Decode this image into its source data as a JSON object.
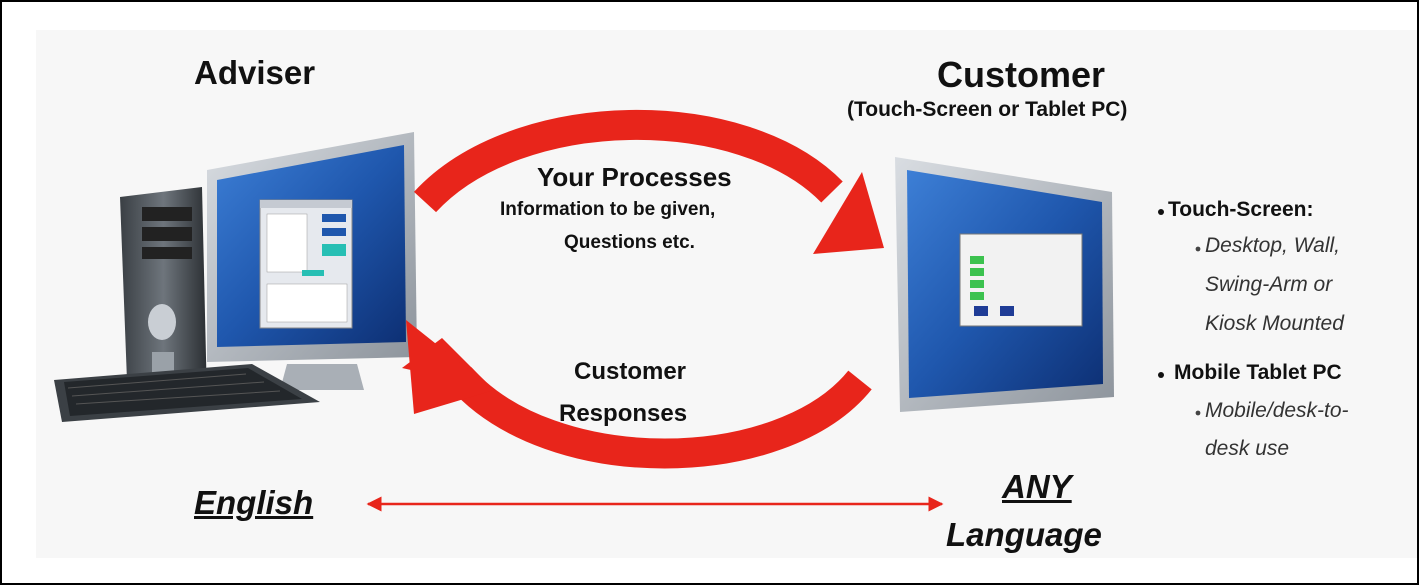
{
  "adviser": {
    "title": "Adviser"
  },
  "customer": {
    "title": "Customer",
    "subtitle": "(Touch-Screen or Tablet PC)"
  },
  "top_arrow": {
    "title": "Your Processes",
    "line1": "Information to be given,",
    "line2": "Questions etc."
  },
  "bottom_arrow": {
    "line1": "Customer",
    "line2": "Responses"
  },
  "bullets": {
    "touch_screen": "Touch-Screen:",
    "touch_sub_1": "Desktop, Wall,",
    "touch_sub_2": "Swing-Arm or",
    "touch_sub_3": "Kiosk Mounted",
    "mobile": "Mobile Tablet PC",
    "mobile_sub_1": "Mobile/desk-to-",
    "mobile_sub_2": "desk use"
  },
  "languages": {
    "left": "English",
    "right_line1": "ANY",
    "right_line2": "Language"
  },
  "colors": {
    "arrow": "#e8251b",
    "screen": "#1d4f9c",
    "bezel": "#b8bec6",
    "text": "#111111"
  }
}
